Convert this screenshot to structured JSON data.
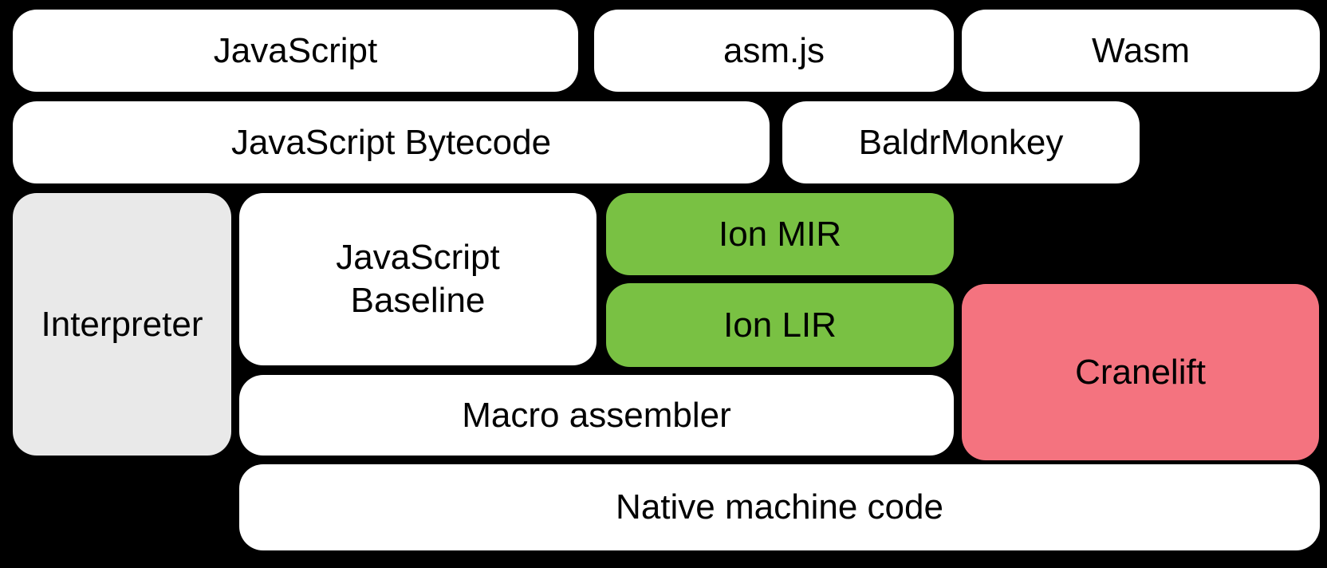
{
  "diagram": {
    "background": "#000000",
    "text_color": "#000000",
    "colors": {
      "white_box": "#ffffff",
      "gray_box": "#e9e9e9",
      "green_box": "#79c143",
      "pink_box": "#f4737f"
    },
    "boxes": [
      {
        "id": "javascript",
        "label": "JavaScript",
        "fill": "#ffffff"
      },
      {
        "id": "asmjs",
        "label": "asm.js",
        "fill": "#ffffff"
      },
      {
        "id": "wasm",
        "label": "Wasm",
        "fill": "#ffffff"
      },
      {
        "id": "js-bytecode",
        "label": "JavaScript Bytecode",
        "fill": "#ffffff"
      },
      {
        "id": "baldrmonkey",
        "label": "BaldrMonkey",
        "fill": "#ffffff"
      },
      {
        "id": "interpreter",
        "label": "Interpreter",
        "fill": "#e9e9e9"
      },
      {
        "id": "js-baseline",
        "label": "JavaScript Baseline",
        "fill": "#ffffff"
      },
      {
        "id": "ion-mir",
        "label": "Ion MIR",
        "fill": "#79c143"
      },
      {
        "id": "ion-lir",
        "label": "Ion LIR",
        "fill": "#79c143"
      },
      {
        "id": "cranelift",
        "label": "Cranelift",
        "fill": "#f4737f"
      },
      {
        "id": "macro-assembler",
        "label": "Macro assembler",
        "fill": "#ffffff"
      },
      {
        "id": "native-machine-code",
        "label": "Native machine code",
        "fill": "#ffffff"
      }
    ]
  }
}
